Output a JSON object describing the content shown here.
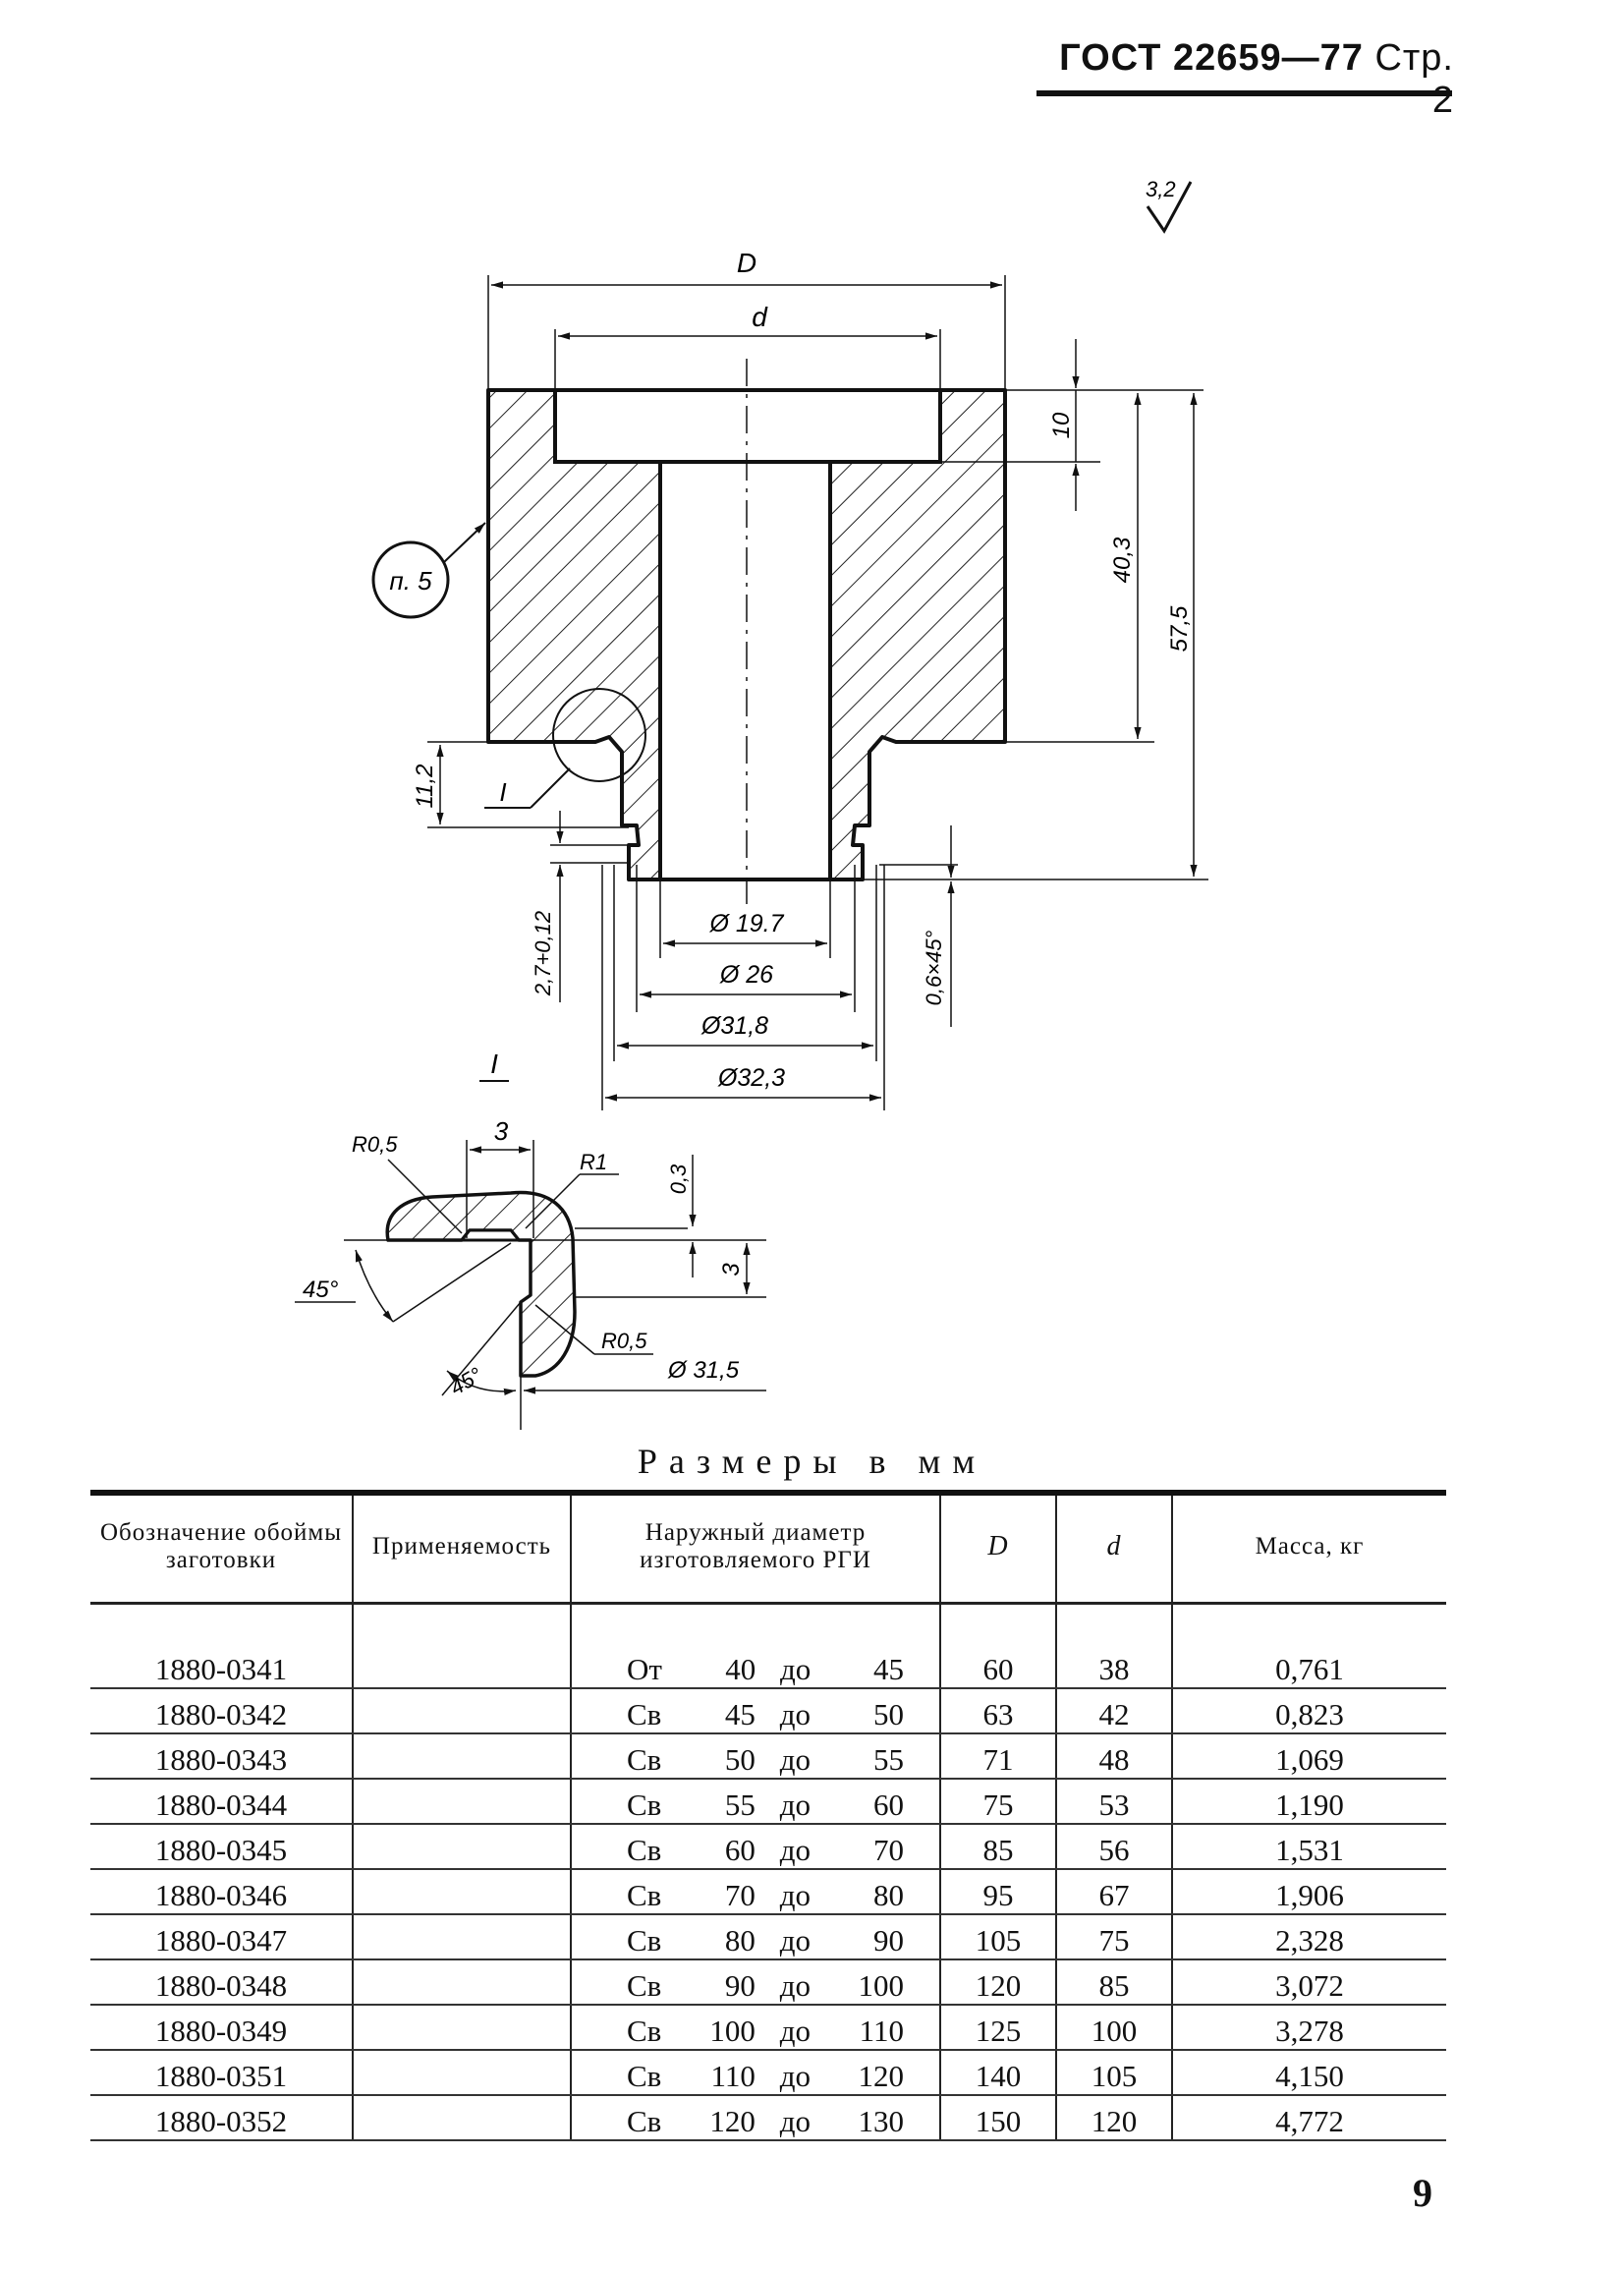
{
  "header": {
    "standard": "ГОСТ 22659—77",
    "page": "Стр. 2"
  },
  "drawing": {
    "roughness": "3,2",
    "labels": {
      "D": "D",
      "d": "d",
      "d10": "10",
      "d40": "40,3",
      "d57": "57,5",
      "d11": "11,2",
      "p5": "п. 5",
      "detail": "I",
      "detail2": "I",
      "tol": "2,7+0,12",
      "chamfer": "0,6×45°",
      "phi197": "Ø 19.7",
      "phi26": "Ø 26",
      "phi318": "Ø31,8",
      "phi323": "Ø32,3",
      "r05a": "R0,5",
      "three": "3",
      "r1": "R1",
      "d03": "0,3",
      "three2": "3",
      "a45a": "45°",
      "r05b": "R0,5",
      "a45b": "45°",
      "phi315": "Ø 31,5"
    }
  },
  "caption": "Размеры в мм",
  "table": {
    "headers": [
      "Обозначение обоймы заготовки",
      "Применяемость",
      "Наружный диаметр изготовляемого РГИ",
      "D",
      "d",
      "Масса, кг"
    ],
    "rows": [
      [
        "1880-0341",
        "",
        "От",
        "40",
        "до",
        "45",
        "60",
        "38",
        "0,761"
      ],
      [
        "1880-0342",
        "",
        "Св",
        "45",
        "до",
        "50",
        "63",
        "42",
        "0,823"
      ],
      [
        "1880-0343",
        "",
        "Св",
        "50",
        "до",
        "55",
        "71",
        "48",
        "1,069"
      ],
      [
        "1880-0344",
        "",
        "Св",
        "55",
        "до",
        "60",
        "75",
        "53",
        "1,190"
      ],
      [
        "1880-0345",
        "",
        "Св",
        "60",
        "до",
        "70",
        "85",
        "56",
        "1,531"
      ],
      [
        "1880-0346",
        "",
        "Св",
        "70",
        "до",
        "80",
        "95",
        "67",
        "1,906"
      ],
      [
        "1880-0347",
        "",
        "Св",
        "80",
        "до",
        "90",
        "105",
        "75",
        "2,328"
      ],
      [
        "1880-0348",
        "",
        "Св",
        "90",
        "до",
        "100",
        "120",
        "85",
        "3,072"
      ],
      [
        "1880-0349",
        "",
        "Св",
        "100",
        "до",
        "110",
        "125",
        "100",
        "3,278"
      ],
      [
        "1880-0351",
        "",
        "Св",
        "110",
        "до",
        "120",
        "140",
        "105",
        "4,150"
      ],
      [
        "1880-0352",
        "",
        "Св",
        "120",
        "до",
        "130",
        "150",
        "120",
        "4,772"
      ]
    ]
  },
  "page_number": "9"
}
